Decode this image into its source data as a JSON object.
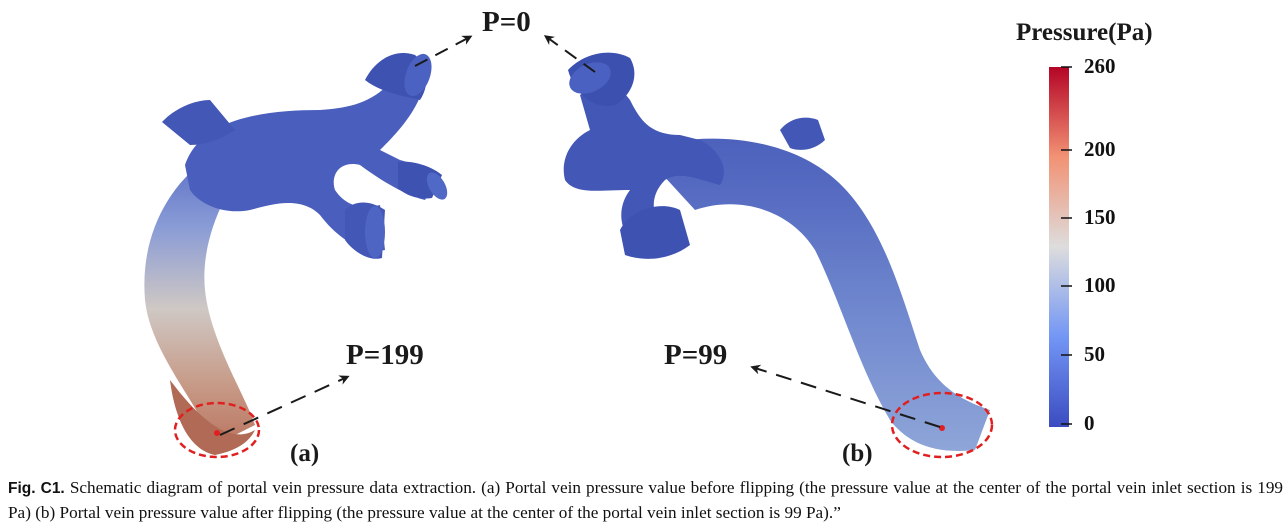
{
  "figure": {
    "annotations": {
      "outlet_pressure": "P=0",
      "inlet_pressure_a": "P=199",
      "inlet_pressure_b": "P=99"
    },
    "panel_labels": {
      "a": "(a)",
      "b": "(b)"
    },
    "colorbar": {
      "title": "Pressure(Pa)",
      "ticks": [
        "260",
        "200",
        "150",
        "100",
        "50",
        "0"
      ],
      "range": [
        0,
        260
      ],
      "colors": {
        "low": "#3b4cc0",
        "mid": "#dddddd",
        "high": "#b40426"
      }
    },
    "colors": {
      "vessel_blue": "#4257b6",
      "inlet_ring": "#e02020",
      "arrow": "#1a1a1a"
    }
  },
  "caption": {
    "label": "Fig. C1.",
    "text": "Schematic diagram of portal vein pressure data extraction. (a) Portal vein pressure value before flipping (the pressure value at the center of the portal vein inlet section is 199 Pa) (b) Portal vein pressure value after flipping (the pressure value at the center of the portal vein inlet section is 99 Pa).”"
  }
}
